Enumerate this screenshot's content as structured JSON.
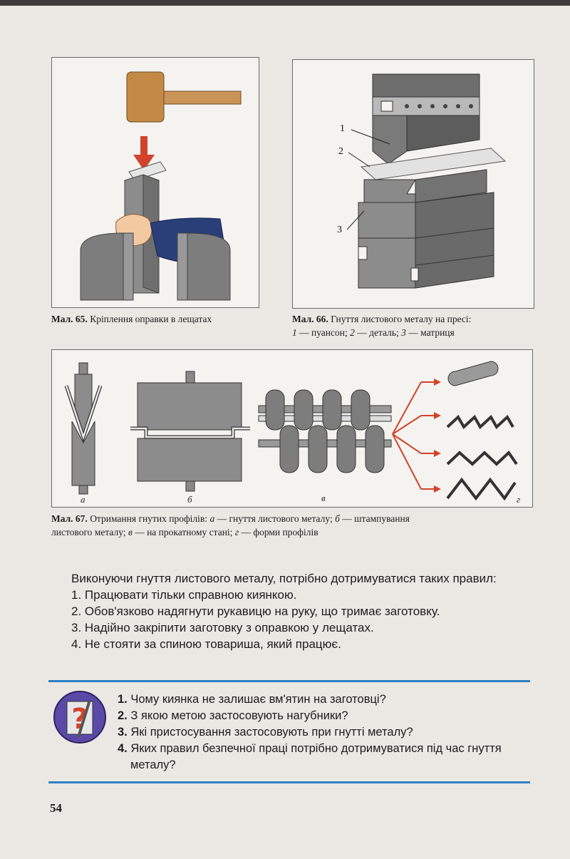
{
  "figures": {
    "fig65": {
      "label": "Мал. 65.",
      "caption": "Кріплення оправки в лещатах"
    },
    "fig66": {
      "label": "Мал. 66.",
      "caption_line1": "Гнуття листового металу на пресі:",
      "n1": "1",
      "t1": "— пуансон;",
      "n2": "2",
      "t2": "— деталь;",
      "n3": "3",
      "t3": "— матриця",
      "markers": [
        "1",
        "2",
        "3"
      ]
    },
    "fig67": {
      "label": "Мал. 67.",
      "line1_prefix": "Отримання гнутих профілів:",
      "la": "а",
      "ta": "— гнуття листового металу;",
      "lb": "б",
      "tb": "— штампування",
      "line2_prefix": "листового металу;",
      "lv": "в",
      "tv": "— на прокатному стані;",
      "lg": "г",
      "tg": "— форми профілів",
      "panel_labels": {
        "a": "а",
        "b": "б",
        "v": "в",
        "g": "г"
      }
    }
  },
  "body": {
    "intro": "Виконуючи гнуття листового металу, потрібно дотримуватися таких правил:",
    "rules": [
      "1. Працювати тільки справною киянкою.",
      "2. Обов'язково надягнути рукавицю на руку, що тримає заготовку.",
      "3. Надійно закріпити заготовку з оправкою у лещатах.",
      "4. Не стояти за спиною товариша, який працює."
    ]
  },
  "questions": [
    {
      "num": "1.",
      "text": "Чому киянка не залишає вм'ятин на заготовці?"
    },
    {
      "num": "2.",
      "text": "З якою метою застосовують нагубники?"
    },
    {
      "num": "3.",
      "text": "Які пристосування застосовують при гнутті металу?"
    },
    {
      "num": "4.",
      "text": "Яких правил безпечної праці потрібно дотримуватися під час гнуття металу?"
    }
  ],
  "page_number": "54",
  "colors": {
    "accent_blue": "#2f7fc4",
    "arrow_red": "#d2432c",
    "metal_gray": "#8c8c8c"
  }
}
